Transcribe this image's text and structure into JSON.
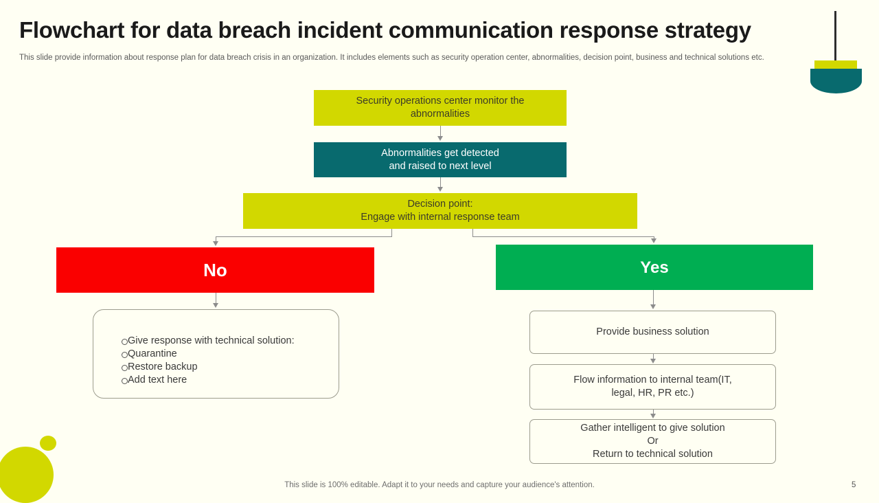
{
  "slide": {
    "title": "Flowchart for data breach incident communication response strategy",
    "subtitle": "This slide provide information about response plan for data breach crisis in an organization. It includes elements such as security operation center, abnormalities, decision point, business and technical solutions etc.",
    "footer_note": "This slide is 100% editable. Adapt it to your needs and capture your audience's attention.",
    "page_number": "5",
    "background_color": "#FFFFF3"
  },
  "colors": {
    "yellow": "#D2D800",
    "teal": "#086A6E",
    "red": "#FA0000",
    "green": "#00AE52",
    "connector": "#8C8C8C",
    "outline": "#9C9C8E"
  },
  "flowchart": {
    "type": "flowchart",
    "nodes": [
      {
        "id": "soc",
        "label": "Security operations center monitor the abnormalities",
        "style": "yellow"
      },
      {
        "id": "abnormal",
        "label": "Abnormalities get detected\nand raised to next level",
        "style": "teal"
      },
      {
        "id": "decision",
        "label": "Decision point:\nEngage with internal response team",
        "style": "yellow"
      },
      {
        "id": "no",
        "label": "No",
        "style": "red"
      },
      {
        "id": "yes",
        "label": "Yes",
        "style": "green"
      },
      {
        "id": "business",
        "label": "Provide business solution",
        "style": "outline"
      },
      {
        "id": "flowinfo",
        "label": "Flow information to internal team(IT,\nlegal, HR, PR etc.)",
        "style": "outline"
      },
      {
        "id": "gather",
        "label": "Gather intelligent to give solution\nOr\nReturn to technical solution",
        "style": "outline"
      }
    ],
    "bullets": [
      "Give response with technical solution:",
      "Quarantine",
      "Restore backup",
      "Add text here"
    ]
  },
  "lines": {
    "soc_l1": "Security operations center monitor the",
    "soc_l2": "abnormalities",
    "abnormal_l1": "Abnormalities get detected",
    "abnormal_l2": "and raised to next level",
    "decision_l1": "Decision point:",
    "decision_l2": "Engage with internal response team",
    "flowinfo_l1": "Flow information to internal team(IT,",
    "flowinfo_l2": "legal, HR, PR etc.)",
    "gather_l1": "Gather intelligent to give solution",
    "gather_l2": "Or",
    "gather_l3": "Return to technical solution"
  }
}
